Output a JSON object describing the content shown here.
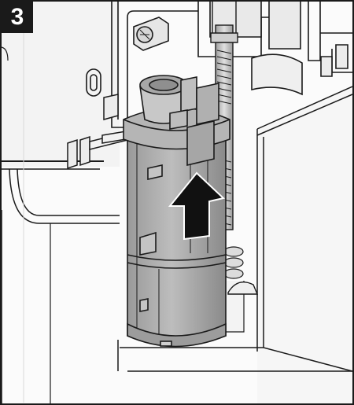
{
  "step": {
    "number": "3"
  },
  "illustration": {
    "subject": "flush-valve-insertion",
    "arrow_direction": "up",
    "colors": {
      "outline": "#1a1a1a",
      "valve_fill": "#a9a9a9",
      "valve_shade": "#8c8c8c",
      "wall_fill": "#f4f4f4",
      "arrow_fill": "#111111"
    }
  }
}
